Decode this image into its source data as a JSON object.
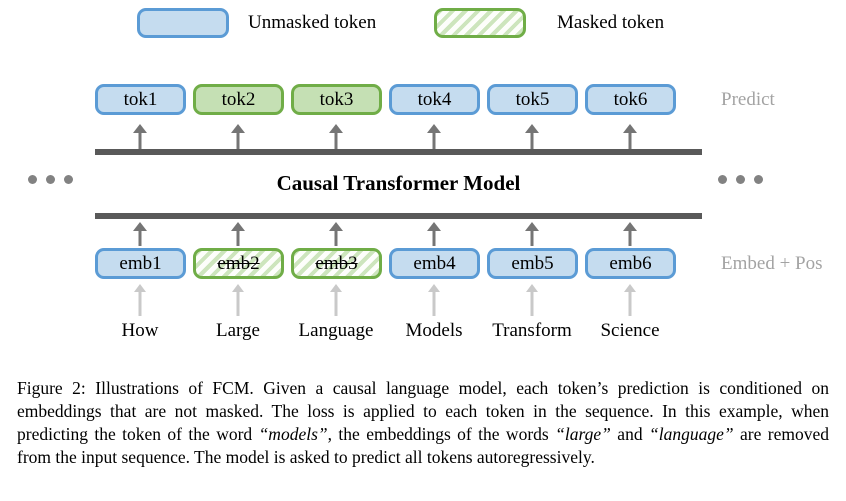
{
  "figure": {
    "legend": {
      "unmasked_label": "Unmasked token",
      "masked_label": "Masked token"
    },
    "model_label": "Causal Transformer Model",
    "row_labels": {
      "predict": "Predict",
      "embed": "Embed + Pos"
    },
    "tokens": [
      {
        "label": "tok1",
        "masked": false
      },
      {
        "label": "tok2",
        "masked": true
      },
      {
        "label": "tok3",
        "masked": true
      },
      {
        "label": "tok4",
        "masked": false
      },
      {
        "label": "tok5",
        "masked": false
      },
      {
        "label": "tok6",
        "masked": false
      }
    ],
    "embeddings": [
      {
        "label": "emb1",
        "masked": false
      },
      {
        "label": "emb2",
        "masked": true
      },
      {
        "label": "emb3",
        "masked": true
      },
      {
        "label": "emb4",
        "masked": false
      },
      {
        "label": "emb5",
        "masked": false
      },
      {
        "label": "emb6",
        "masked": false
      }
    ],
    "words": [
      "How",
      "Large",
      "Language",
      "Models",
      "Transform",
      "Science"
    ]
  },
  "caption": {
    "parts": {
      "p1": "Figure 2: Illustrations of FCM. Given a causal language model, each token’s prediction is conditioned on embeddings that are not masked. The loss is applied to each token in the sequence. In this example, when predicting the token of the word ",
      "i1": "“models”",
      "p2": ", the embeddings of the words ",
      "i2": "“large”",
      "p3": " and ",
      "i3": "“language”",
      "p4": " are removed from the input sequence. The model is asked to predict all tokens autoregressively."
    }
  },
  "colors": {
    "unmasked_fill": "#c5dcef",
    "unmasked_border": "#5b9bd5",
    "masked_fill": "#c5e0b4",
    "masked_border": "#70ad47",
    "hatch_stripe": "#cde5bd",
    "bar": "#595959",
    "arrow": "#757575",
    "light_arrow": "#c9c9c9",
    "muted_label": "#a3a3a3",
    "dots": "#828282",
    "text": "#000000"
  }
}
